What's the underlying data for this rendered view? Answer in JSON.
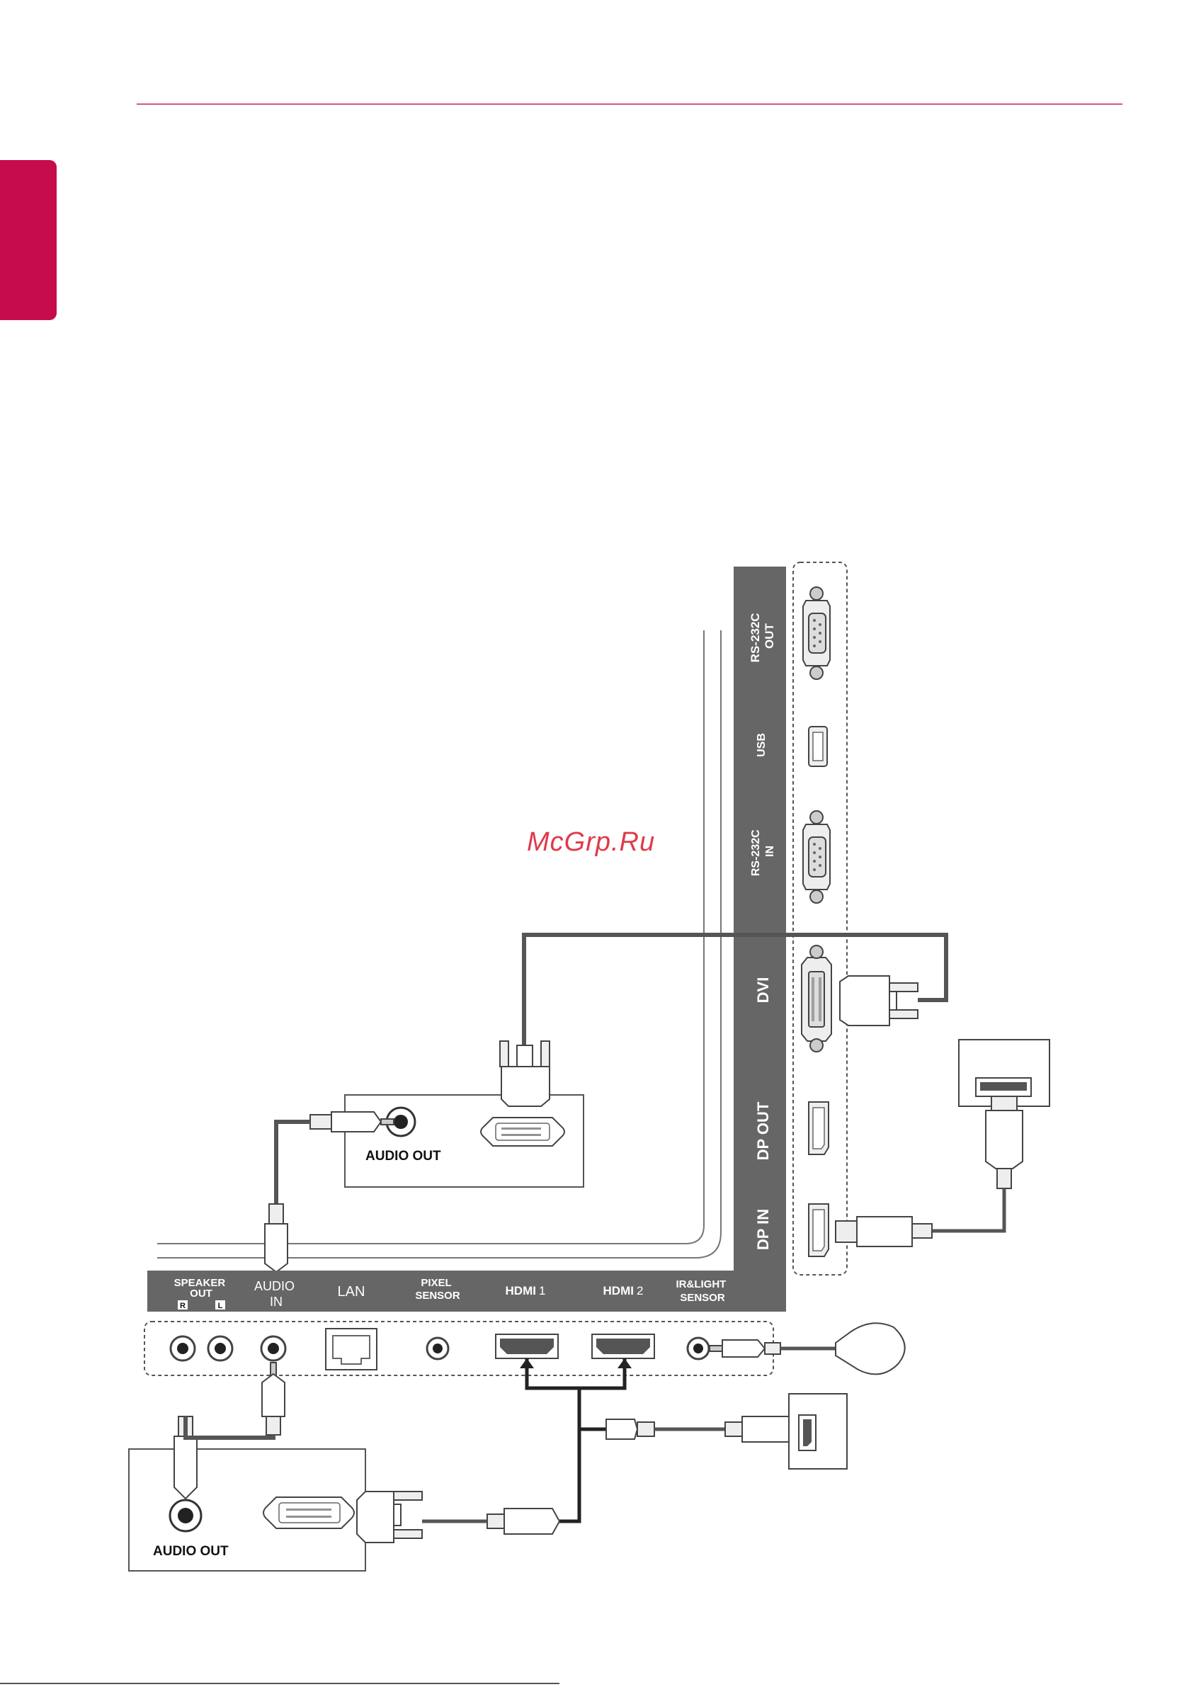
{
  "watermark": "McGrp.Ru",
  "colors": {
    "accent": "#c60c4c",
    "rule": "#d8548a",
    "label_bar": "#666666",
    "cable": "#555555"
  },
  "side_panel": {
    "ports": [
      {
        "label_line1": "RS-232C",
        "label_line2": "OUT"
      },
      {
        "label_line1": "USB",
        "label_line2": ""
      },
      {
        "label_line1": "RS-232C",
        "label_line2": "IN"
      },
      {
        "label_line1": "DVI",
        "label_line2": ""
      },
      {
        "label_line1": "DP OUT",
        "label_line2": ""
      },
      {
        "label_line1": "DP IN",
        "label_line2": ""
      }
    ]
  },
  "bottom_panel": {
    "speaker_line1": "SPEAKER",
    "speaker_line2": "OUT",
    "speaker_r": "R",
    "speaker_l": "L",
    "audio_in_line1": "AUDIO",
    "audio_in_line2": "IN",
    "lan": "LAN",
    "pixel_line1": "PIXEL",
    "pixel_line2": "SENSOR",
    "hdmi1_logo": "HDMI",
    "hdmi1_num": "1",
    "hdmi2_logo": "HDMI",
    "hdmi2_num": "2",
    "ir_line1": "IR&LIGHT",
    "ir_line2": "SENSOR"
  },
  "devices": {
    "upper_audio_out": "AUDIO OUT",
    "lower_audio_out": "AUDIO OUT"
  }
}
